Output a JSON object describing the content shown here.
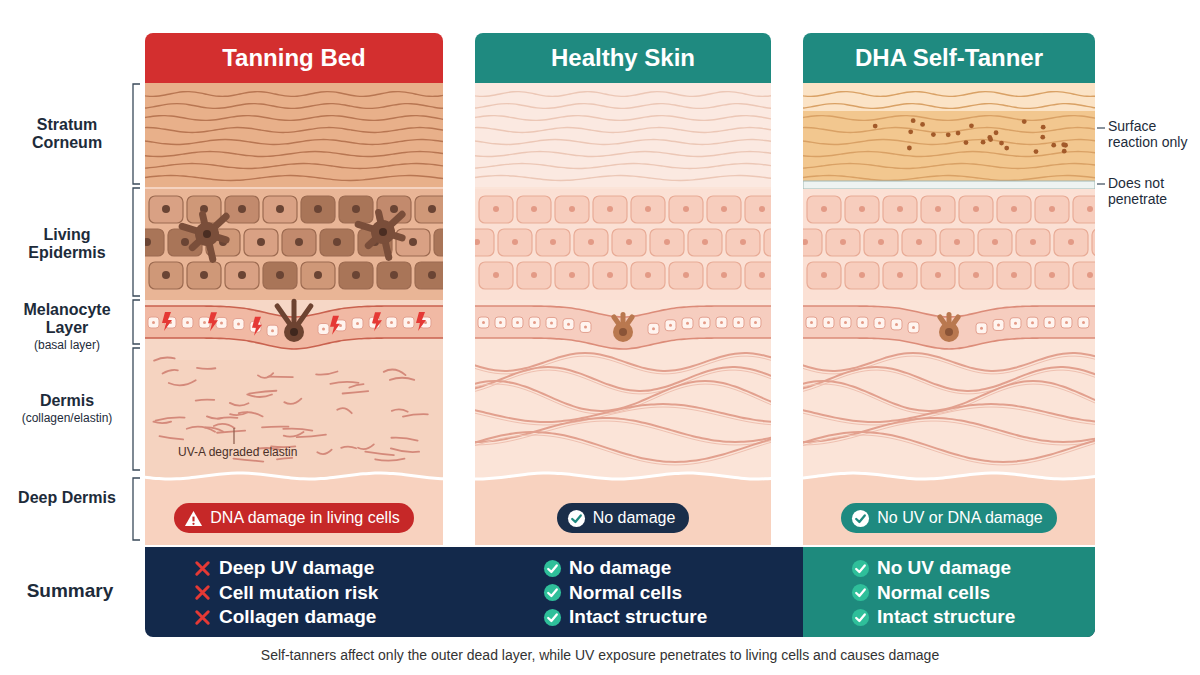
{
  "diagram": {
    "caption": "Self-tanners affect only the outer dead layer, while UV exposure penetrates to living cells and causes damage",
    "nodes": [
      {
        "text": [
          "Tanning Bed"
        ]
      },
      {
        "text": [
          "DNA damage in living cells"
        ],
        "in": 0
      },
      {
        "text": [
          "Healthy Skin"
        ]
      },
      {
        "text": [
          "No damage"
        ],
        "in": 2
      },
      {
        "text": [
          "DHA Self-Tanner"
        ]
      },
      {
        "text": [
          "No UV or DNA damage"
        ],
        "in": 4
      },
      {
        "text": [
          "Summary"
        ]
      },
      {
        "text": [
          "Deep UV damage",
          "Cell mutation risk",
          "Collagen damage"
        ],
        "in": 6
      },
      {
        "text": [
          "No damage",
          "Normal cells",
          "Intact structure"
        ],
        "in": 6
      },
      {
        "text": [
          "No UV damage",
          "Normal cells",
          "Intact structure"
        ],
        "in": 6
      }
    ],
    "labels": [
      "Stratum Corneum",
      "Living Epidermis",
      "Melanocyte Layer",
      "(basal layer)",
      "Dermis",
      "(collagen/elastin)",
      "Deep Dermis",
      "UV-A degraded elastin",
      "Surface reaction only",
      "Does not penetrate"
    ]
  }
}
